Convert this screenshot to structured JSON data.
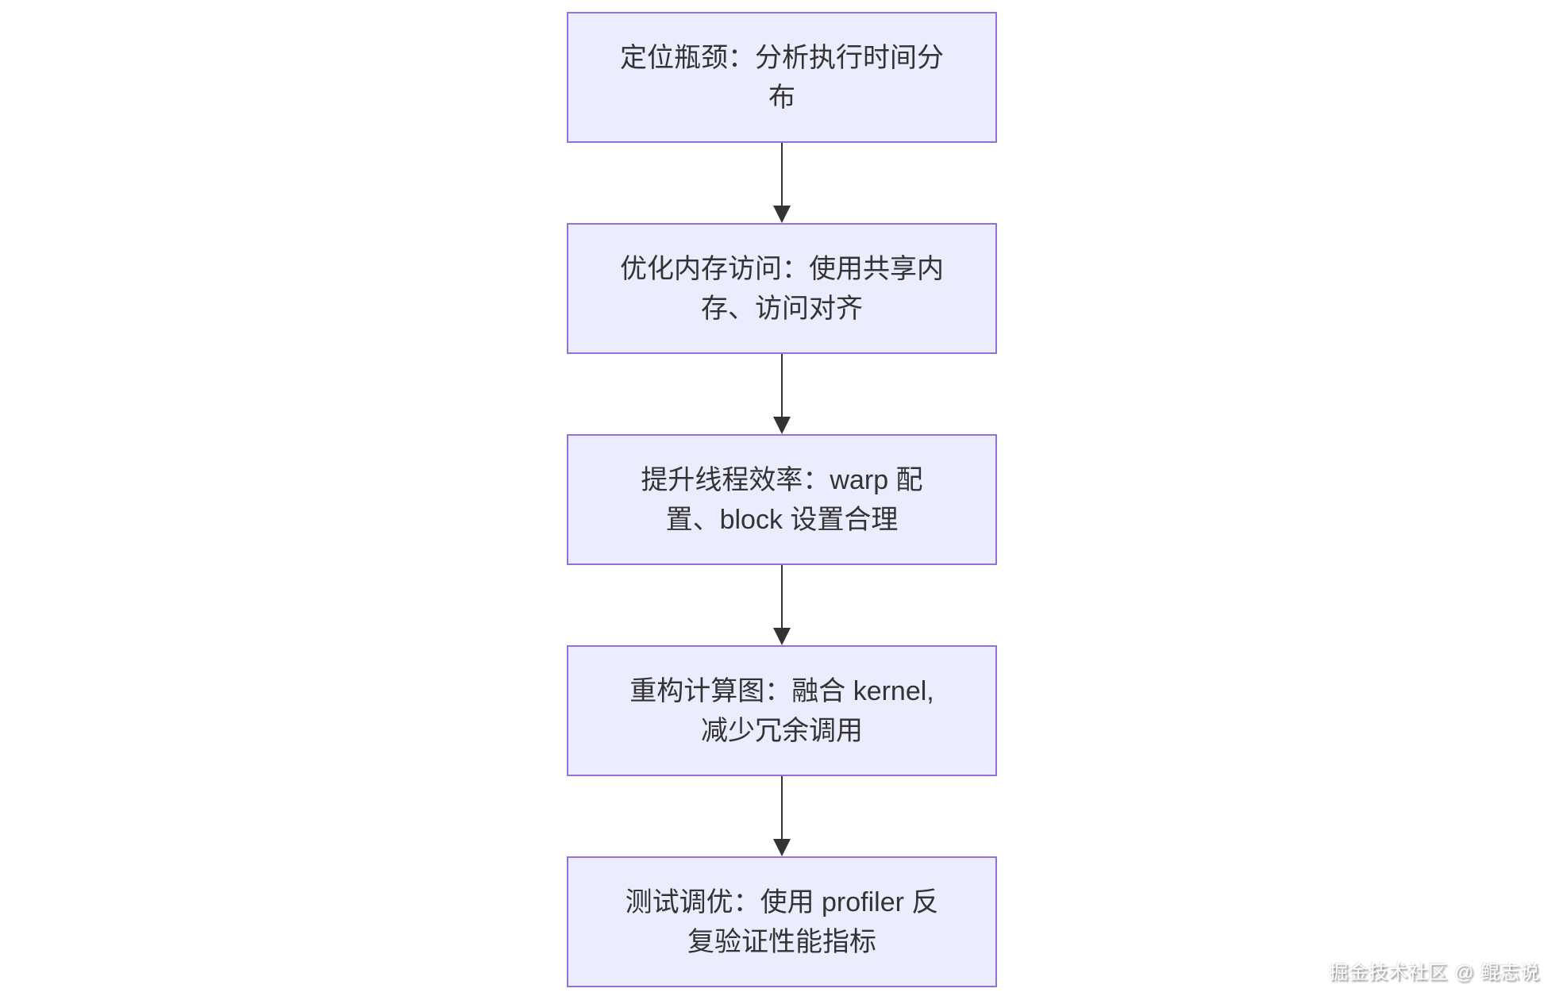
{
  "page": {
    "background": "#ffffff"
  },
  "flowchart": {
    "type": "vertical-flowchart",
    "node_fill": "#ECECFF",
    "node_border": "#9370DB",
    "text_color": "#333333",
    "arrow_color": "#333333",
    "nodes": [
      {
        "id": "step-1",
        "text": "定位瓶颈：分析执行时间分布",
        "lines": [
          "定位瓶颈：分析执行时间分",
          "布"
        ]
      },
      {
        "id": "step-2",
        "text": "优化内存访问：使用共享内存、访问对齐",
        "lines": [
          "优化内存访问：使用共享内",
          "存、访问对齐"
        ]
      },
      {
        "id": "step-3",
        "text": "提升线程效率：warp 配置、block 设置合理",
        "lines": [
          "提升线程效率：warp 配",
          "置、block 设置合理"
        ]
      },
      {
        "id": "step-4",
        "text": "重构计算图：融合 kernel,减少冗余调用",
        "lines": [
          "重构计算图：融合 kernel,",
          "减少冗余调用"
        ]
      },
      {
        "id": "step-5",
        "text": "测试调优：使用 profiler 反复验证性能指标",
        "lines": [
          "测试调优：使用 profiler 反",
          "复验证性能指标"
        ]
      }
    ]
  },
  "watermark": {
    "text": "掘金技术社区 @ 鲲志说"
  }
}
